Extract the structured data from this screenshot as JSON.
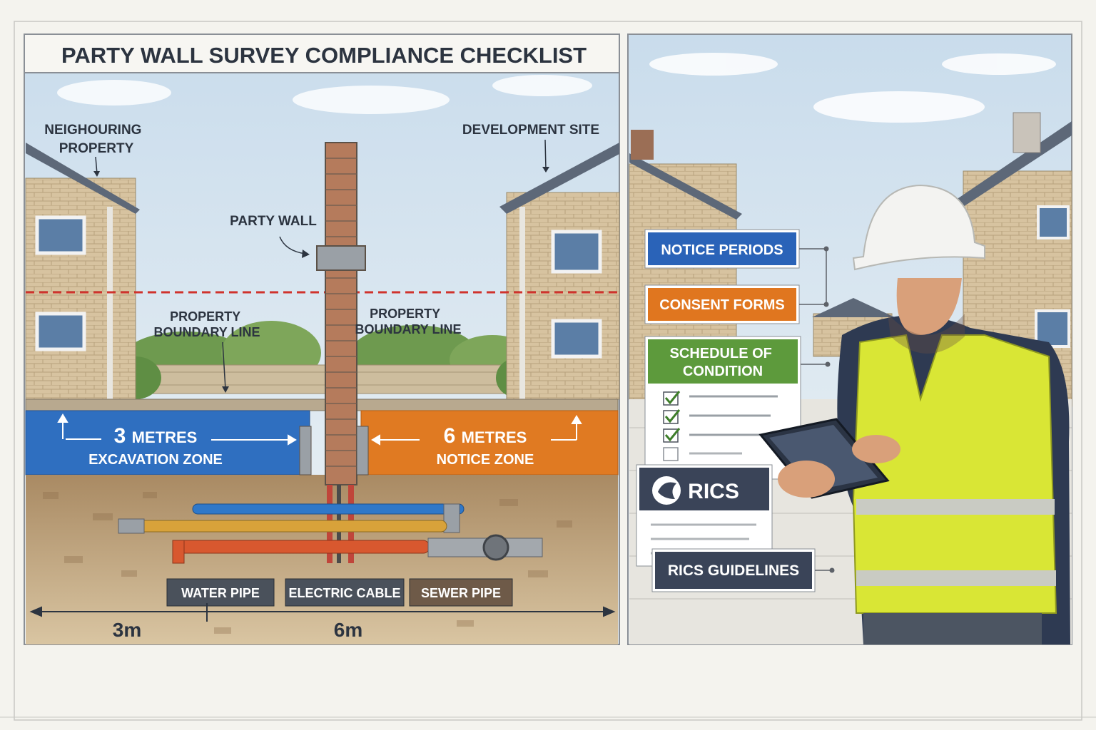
{
  "title": "PARTY WALL SURVEY COMPLIANCE CHECKLIST",
  "left_panel": {
    "neighbouring_property": [
      "NEIGHOURING",
      "PROPERTY"
    ],
    "development_site": "DEVELOPMENT SITE",
    "party_wall": "PARTY WALL",
    "boundary_left": [
      "PROPERTY",
      "BOUNDARY LINE"
    ],
    "boundary_right": [
      "PROPERTY",
      "BOUNDARY LINE"
    ],
    "zone_excavation": {
      "number": "3",
      "unit": "METRES",
      "label": "EXCAVATION ZONE",
      "color": "#2f6fc0"
    },
    "zone_notice": {
      "number": "6",
      "unit": "METRES",
      "label": "NOTICE ZONE",
      "color": "#e07a22"
    },
    "pipes": {
      "water": "WATER PIPE",
      "electric": "ELECTRIC CABLE",
      "sewer": "SEWER PIPE"
    },
    "dim_3m": "3m",
    "dim_6m": "6m"
  },
  "right_panel": {
    "notice_periods": {
      "text": "NOTICE PERIODS",
      "color": "#2a63b8"
    },
    "consent_forms": {
      "text": "CONSENT FORMS",
      "color": "#e0761f"
    },
    "schedule": {
      "lines": [
        "SCHEDULE OF",
        "CONDITION"
      ],
      "color": "#5d9a3c"
    },
    "rics_logo": "RICS",
    "rics_guidelines": "RICS GUIDELINES",
    "rics_color": "#3a4458"
  }
}
